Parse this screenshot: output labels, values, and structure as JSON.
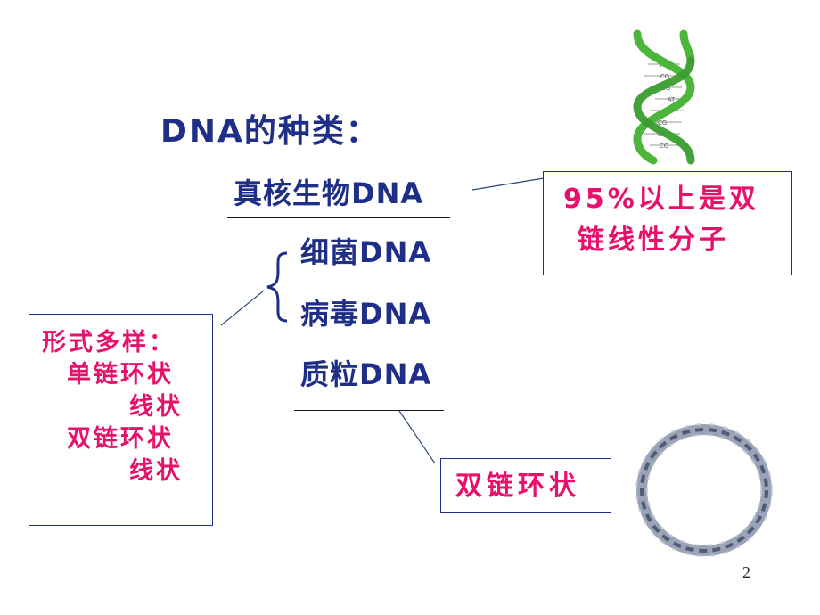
{
  "slide": {
    "title": "DNA的种类：",
    "items": {
      "eukaryote": "真核生物DNA",
      "bacteria": "细菌DNA",
      "virus": "病毒DNA",
      "plasmid": "质粒DNA"
    },
    "right_box": {
      "line1": "95%以上是双",
      "line2": "链线性分子"
    },
    "left_box": {
      "heading": "形式多样：",
      "line1": "单链环状",
      "line2": "线状",
      "line3": "双链环状",
      "line4": "线状"
    },
    "bottom_box": {
      "label": "双链环状"
    },
    "helix_pairs": [
      "AT",
      "CG",
      "CG",
      "AT",
      "TA",
      "CG",
      "GC",
      "CG"
    ],
    "page_number": "2"
  },
  "colors": {
    "text_blue": "#1f2f87",
    "text_pink": "#e8106a",
    "helix_green": "#4cb53a"
  }
}
